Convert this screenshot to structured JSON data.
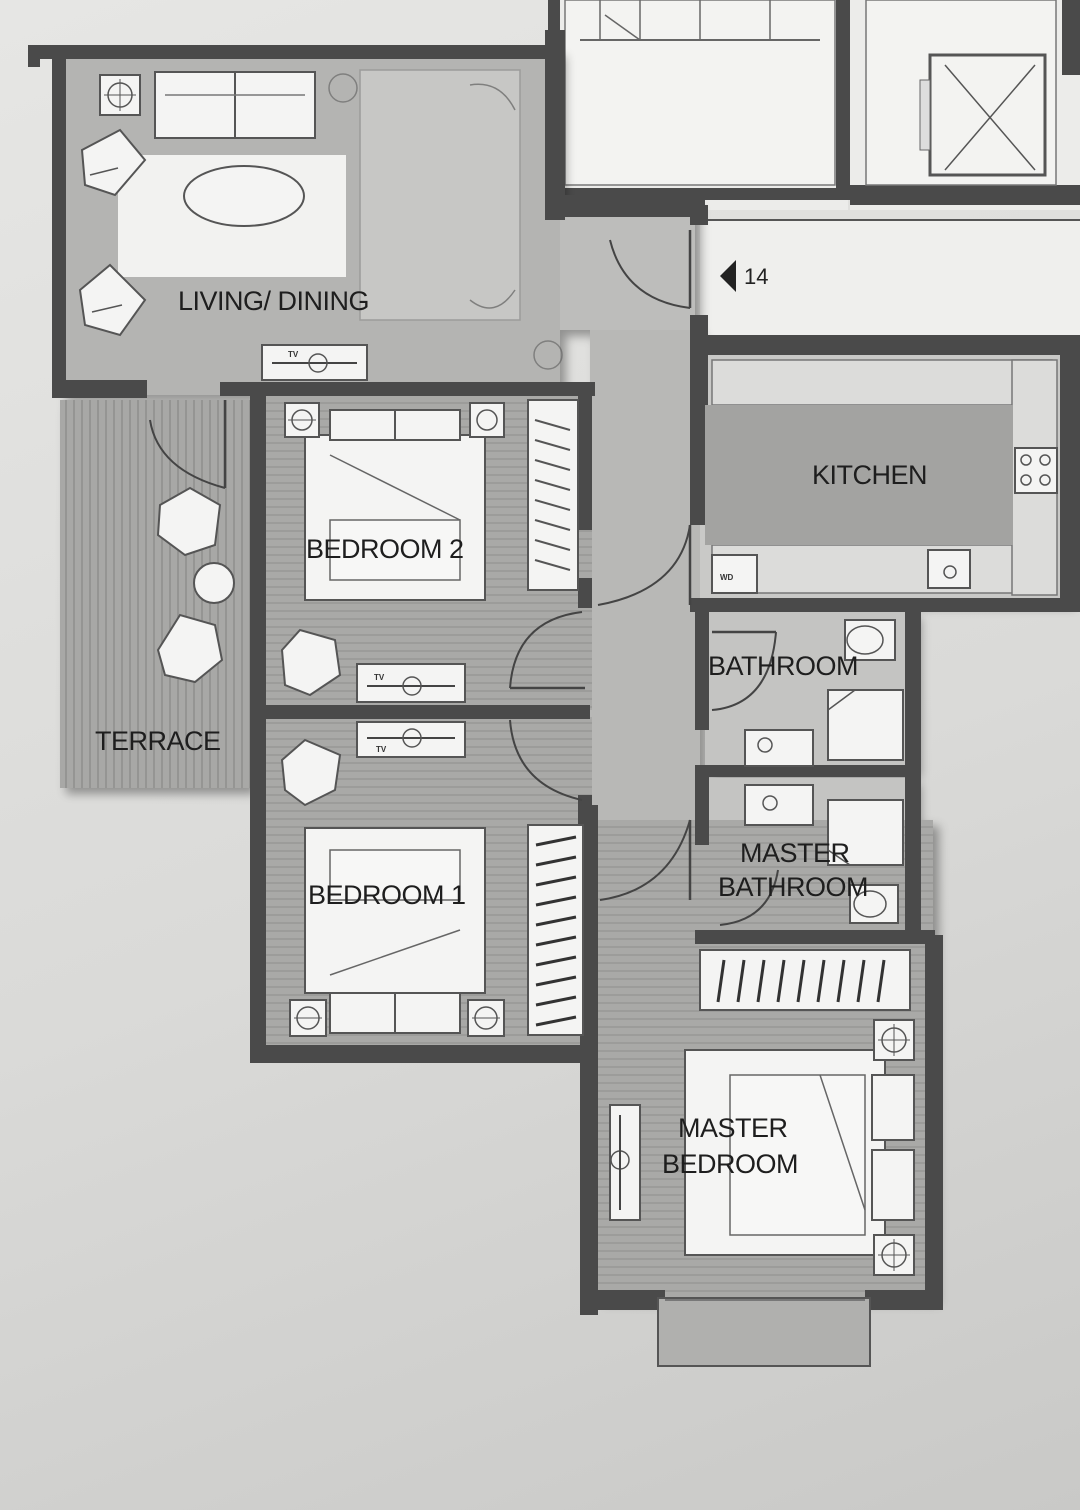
{
  "plan": {
    "rooms": {
      "living_dining": "LIVING/ DINING",
      "terrace": "TERRACE",
      "bedroom_2": "BEDROOM 2",
      "bedroom_1": "BEDROOM 1",
      "kitchen": "KITCHEN",
      "bathroom": "BATHROOM",
      "master_bathroom_line1": "MASTER",
      "master_bathroom_line2": "BATHROOM",
      "master_bedroom_line1": "MASTER",
      "master_bedroom_line2": "BEDROOM"
    },
    "unit_marker": "14",
    "tv_label": "TV",
    "colors": {
      "paper": "#e2e2e0",
      "floor_gray": "#a9a9a7",
      "floor_light": "#c6c6c4",
      "wall": "#4a4a4a",
      "furniture": "#f4f4f3"
    }
  }
}
